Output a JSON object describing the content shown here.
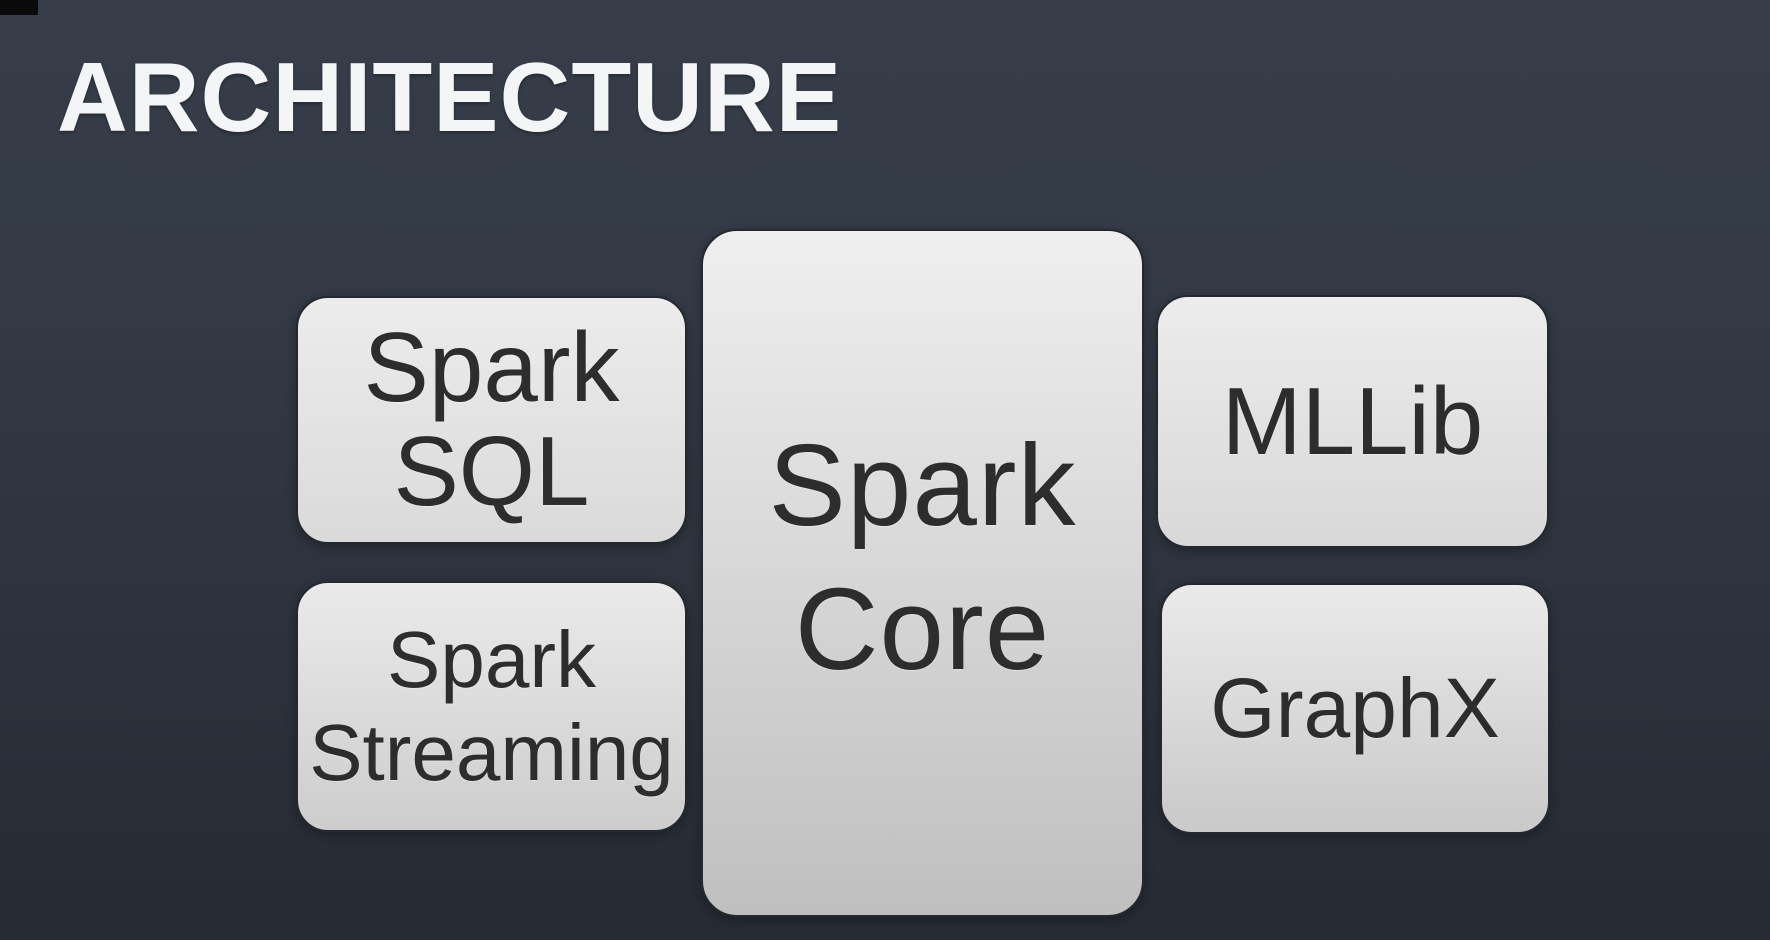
{
  "slide": {
    "title": "ARCHITECTURE"
  },
  "colors": {
    "background_top": "#363d49",
    "background_bottom": "#262a32",
    "title_text": "#f4f5f7",
    "box_text": "#2d2d2d",
    "box_border": "#242830",
    "corner_artifact": "#0a0a0b"
  },
  "diagram": {
    "boxes": [
      {
        "id": "spark-sql",
        "lines": [
          "Spark",
          "SQL"
        ],
        "fill_top": "#ececec",
        "fill_bottom": "#dadada"
      },
      {
        "id": "spark-streaming",
        "lines": [
          "Spark",
          "Streaming"
        ],
        "fill_top": "#eaeaea",
        "fill_bottom": "#cdcdcd"
      },
      {
        "id": "spark-core",
        "lines": [
          "Spark",
          "Core"
        ],
        "fill_top": "#efefef",
        "fill_bottom": "#bfbfbf"
      },
      {
        "id": "mllib",
        "lines": [
          "MLLib"
        ],
        "fill_top": "#ececec",
        "fill_bottom": "#d8d8d8"
      },
      {
        "id": "graphx",
        "lines": [
          "GraphX"
        ],
        "fill_top": "#eaeaea",
        "fill_bottom": "#c9c9c9"
      }
    ]
  }
}
